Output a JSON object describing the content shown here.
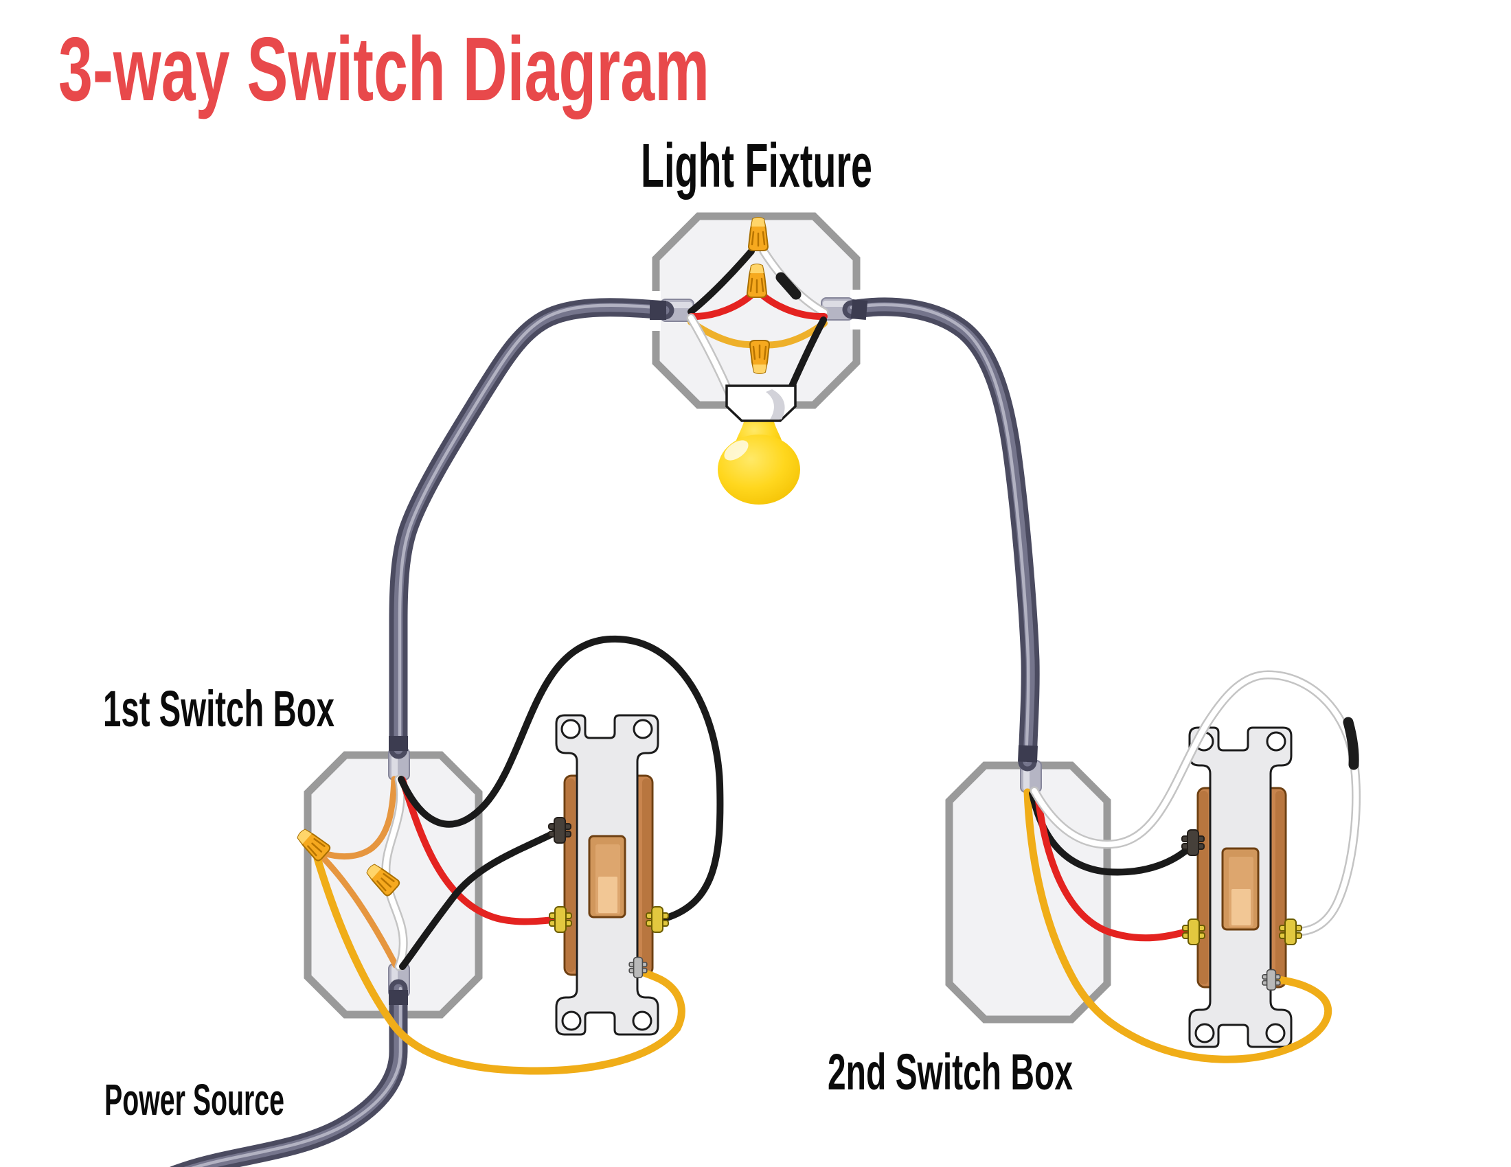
{
  "title": {
    "text": "3-way Switch Diagram"
  },
  "labels": {
    "light_fixture": "Light Fixture",
    "first_switch_box": "1st Switch Box",
    "second_switch_box": "2nd Switch Box",
    "power_source": "Power Source"
  },
  "colors": {
    "title": "#e8494b",
    "label": "#0b0b0b",
    "conduit": "#4b4b60",
    "conduit_mid": "#75758c",
    "conduit_highlight": "#b2b2c2",
    "conduit_band": "#3c3c50",
    "sleeve": "#b5b5c4",
    "sleeve_light": "#dcdce4",
    "box_fill": "#f2f2f4",
    "box_border": "#9a9a9a",
    "wire_black": "#1a1a1a",
    "wire_red": "#e42320",
    "wire_white": "#ffffff",
    "wire_white_edge": "#c4c4c4",
    "wire_orange": "#e6963f",
    "wire_yellow": "#eeb02a",
    "ground_yellow": "#f0ad18",
    "wire_nut": "#f6a91f",
    "wire_nut_tip": "#ffd56a",
    "wire_nut_ridge": "#b87400",
    "strap": "#eaeaec",
    "strap_line": "#1b1b1b",
    "switch_body": "#c9854e",
    "switch_edge": "#6e4012",
    "switch_shade": "#a96a33",
    "toggle": "#d1975c",
    "toggle_mid": "#dda66e",
    "toggle_light": "#f2c795",
    "brass": "#e2c83f",
    "brass_edge": "#6b5c00",
    "screw_dark": "#46403a",
    "screw_dark_edge": "#241f1b",
    "screw_ground": "#b9b9b9",
    "screw_ground_edge": "#4a4a4a",
    "holder_fill": "#ffffff",
    "holder_line": "#1a1a1a",
    "bulb_core": "#ffe968",
    "bulb_mid": "#ffd71e",
    "bulb_edge": "#f3c103"
  },
  "diagram": {
    "type": "electrical-wiring",
    "components": [
      {
        "id": "light-fixture",
        "label": "Light Fixture",
        "kind": "octagon junction box with lamp holder and yellow bulb",
        "wire_nuts": 3
      },
      {
        "id": "first-switch-box",
        "label": "1st Switch Box",
        "kind": "device box with 3-way toggle switch",
        "wire_nuts": 2
      },
      {
        "id": "second-switch-box",
        "label": "2nd Switch Box",
        "kind": "device box with 3-way toggle switch",
        "wire_nuts": 0
      },
      {
        "id": "power-source",
        "label": "Power Source",
        "kind": "incoming supply cable"
      }
    ],
    "cables": [
      {
        "from": "power-source",
        "to": "first-switch-box",
        "style": "gray conduit"
      },
      {
        "from": "first-switch-box",
        "to": "light-fixture",
        "style": "gray conduit"
      },
      {
        "from": "light-fixture",
        "to": "second-switch-box",
        "style": "gray conduit"
      }
    ],
    "wire_colors_used": [
      "black",
      "red",
      "white",
      "orange",
      "yellow (ground)"
    ],
    "notes": [
      "black and white wires joined at top wire nut inside fixture box",
      "red traveler wires joined at middle wire nut inside fixture box",
      "ground wires joined at bottom (inverted) wire nut inside fixture box",
      "white wire at second switch marked with black tape",
      "yellow ground wires loop to ground screws on both toggle switches"
    ]
  }
}
